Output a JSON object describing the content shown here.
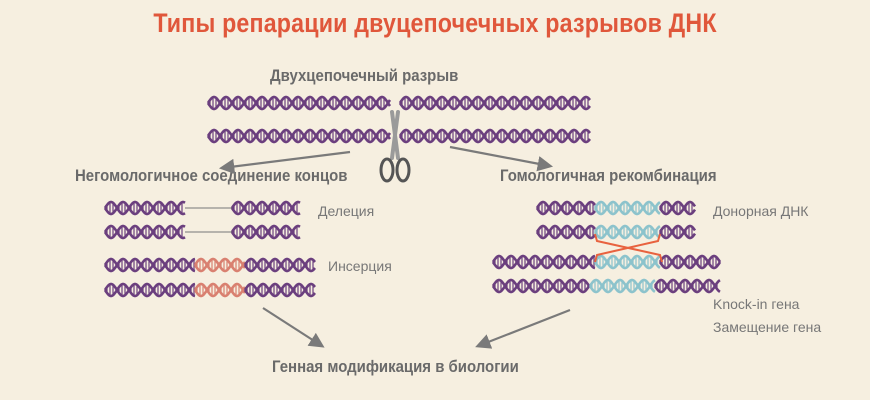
{
  "title": "Типы репарации двуцепочечных разрывов ДНК",
  "top_label": "Двухцепочечный разрыв",
  "left_branch": {
    "heading": "Негомологичное соединение концов",
    "deletion_label": "Делеция",
    "insertion_label": "Инсерция"
  },
  "right_branch": {
    "heading": "Гомологичная рекомбинация",
    "donor_label": "Донорная ДНК",
    "knockin_label": "Knock-in гена",
    "replacement_label": "Замещение гена"
  },
  "bottom_label": "Генная модификация в биологии",
  "colors": {
    "title": "#e0573b",
    "dna": "#6b3f7e",
    "donor": "#8cc3cc",
    "insertion": "#d98070",
    "crossover": "#e8623f"
  }
}
